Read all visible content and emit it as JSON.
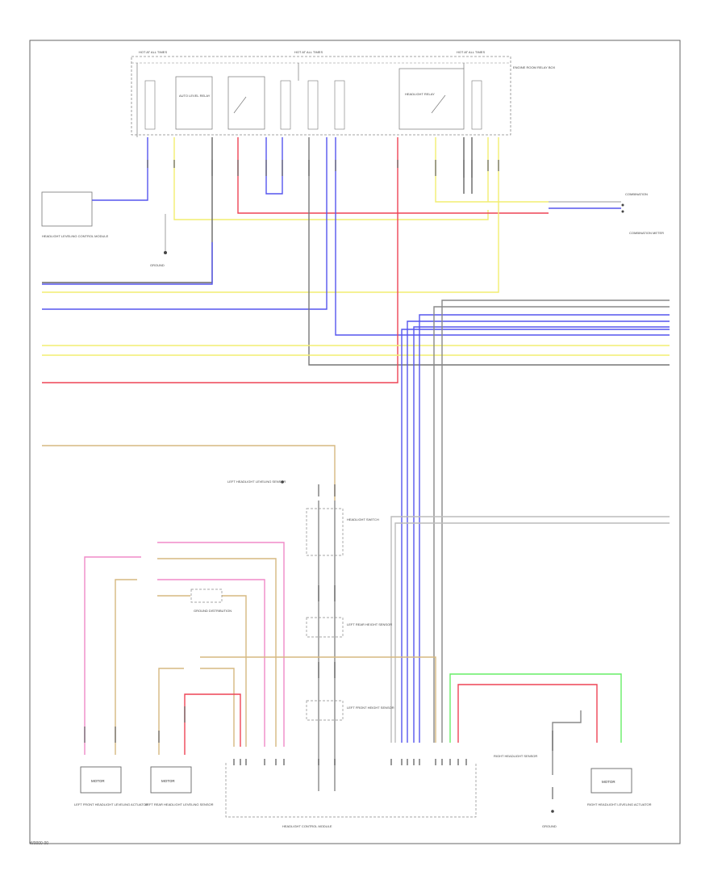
{
  "colors": {
    "black": "#444444",
    "blue": "#5555ee",
    "yellow": "#f2ee70",
    "red": "#ee4455",
    "pink": "#f08ac8",
    "tan": "#d6b880",
    "green": "#66ee66",
    "gray": "#888888",
    "lightgray": "#bbbbbb"
  },
  "labels": {
    "fuse_1": "HOT AT ALL TIMES",
    "fuse_2": "HOT AT ALL TIMES",
    "fuse_3": "HOT AT ALL TIMES",
    "relay_box": "ENGINE ROOM RELAY BOX",
    "relay_a": "AUTO LEVEL RELAY",
    "relay_b": "HEADLIGHT RELAY",
    "left_module": "HEADLIGHT LEVELING CONTROL MODULE",
    "left_ground": "GROUND",
    "right_module": "COMBINATION METER",
    "switch_top": "HEADLIGHT SWITCH",
    "switch_mid": "LEFT REAR HEIGHT SENSOR",
    "switch_low": "LEFT FRONT HEIGHT SENSOR",
    "ground_dist": "GROUND DISTRIBUTION",
    "lh_sensor": "LEFT HEADLIGHT LEVELING SENSOR",
    "bottom_ctrl": "HEADLIGHT CONTROL MODULE",
    "motor_1": "MOTOR",
    "motor_2": "MOTOR",
    "motor_3": "MOTOR",
    "bl_label": "LEFT FRONT HEADLIGHT LEVELING ACTUATOR",
    "bm_label": "LEFT REAR HEADLIGHT LEVELING SENSOR",
    "br_label": "RIGHT HEADLIGHT LEVELING ACTUATOR",
    "rs_label": "RIGHT HEADLIGHT SENSOR",
    "ground_br": "GROUND",
    "footer": "W0000-00"
  }
}
